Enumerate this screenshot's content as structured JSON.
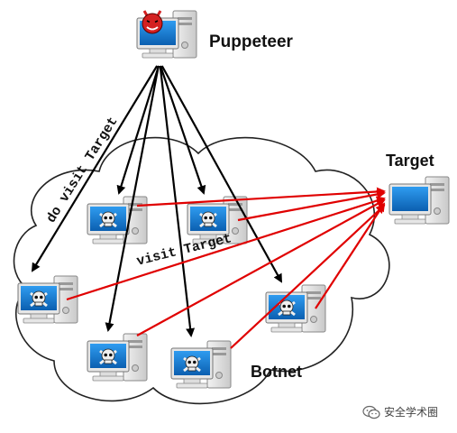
{
  "labels": {
    "puppeteer": "Puppeteer",
    "target": "Target",
    "botnet": "Botnet",
    "do_visit": "do visit Target",
    "visit": "visit Target"
  },
  "watermark": {
    "text": "安全学术圈",
    "icon": "wechat-icon"
  },
  "colors": {
    "command_arrow": "#000000",
    "attack_arrow": "#e00000",
    "screen": "#1a7fd6",
    "cloud_stroke": "#222222",
    "puppeteer_devil": "#d42020",
    "skull": "#e8e8e8"
  },
  "icons": {
    "puppeteer": "devil-icon",
    "bot": "skull-crossbones-icon",
    "target": "computer-icon"
  }
}
